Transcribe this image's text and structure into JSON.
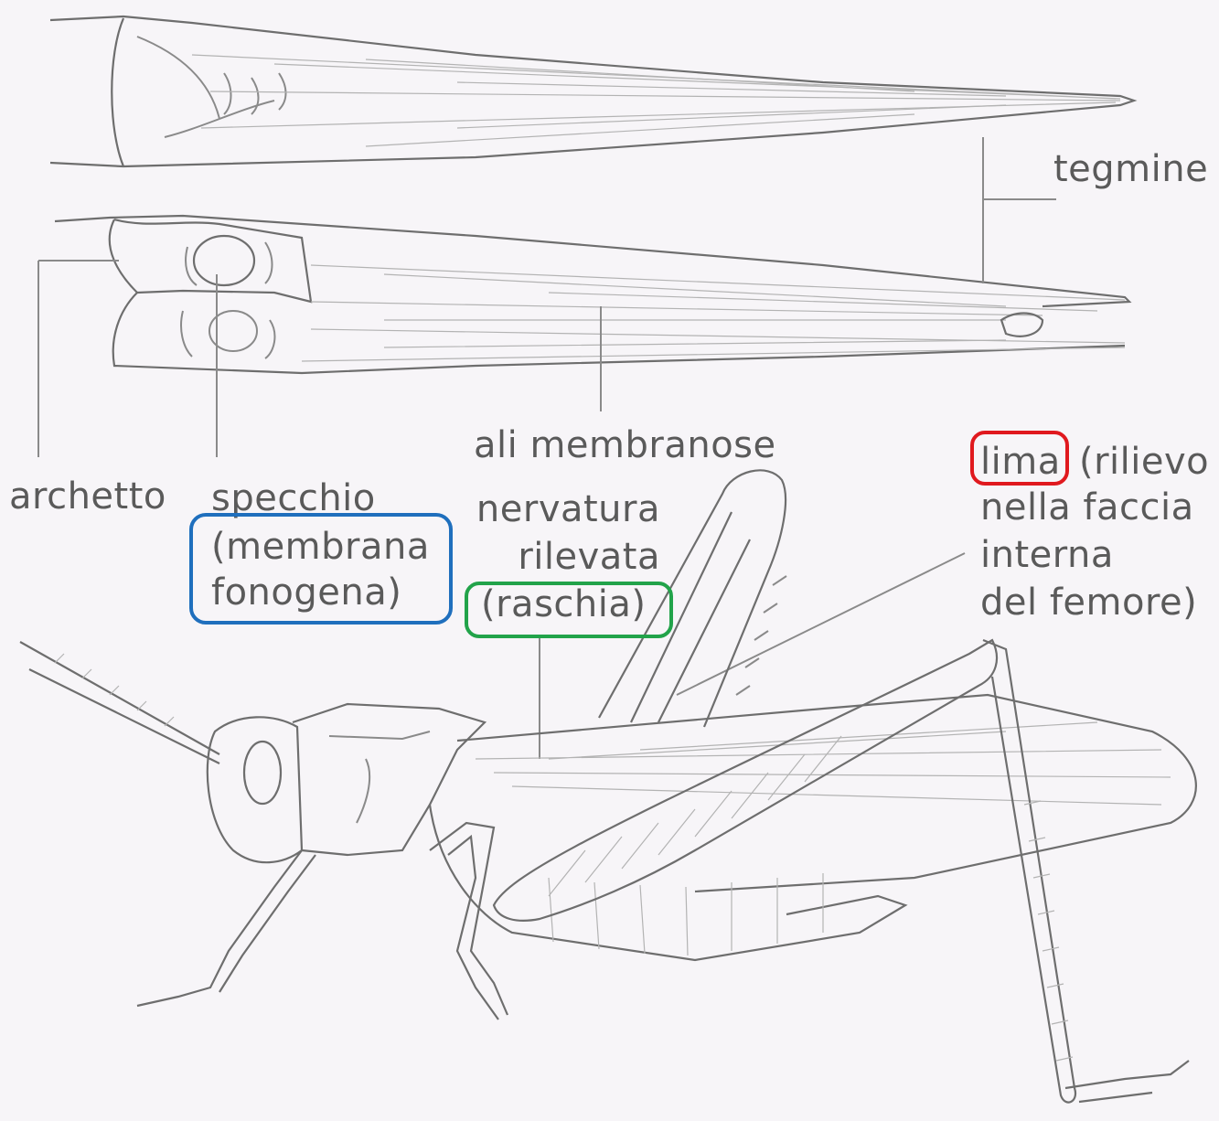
{
  "labels": {
    "tegmine": "tegmine",
    "archetto": "archetto",
    "specchio": "specchio",
    "membrana_1": "(membrana",
    "membrana_2": "fonogena)",
    "ali_membranose": "ali membranose",
    "nervatura_1": "nervatura",
    "nervatura_2": "rilevata",
    "raschia": "(raschia)",
    "lima": "lima",
    "lima_rest_1": "(rilievo",
    "lima_rest_2": "nella faccia",
    "lima_rest_3": "interna",
    "lima_rest_4": "del femore)"
  },
  "highlights": {
    "membrana": "#1f6fbd",
    "raschia": "#22a34a",
    "lima": "#e0191e"
  },
  "colors": {
    "background": "#f7f5f8",
    "ink": "#5a5a5a",
    "line": "#8a8a8a"
  }
}
